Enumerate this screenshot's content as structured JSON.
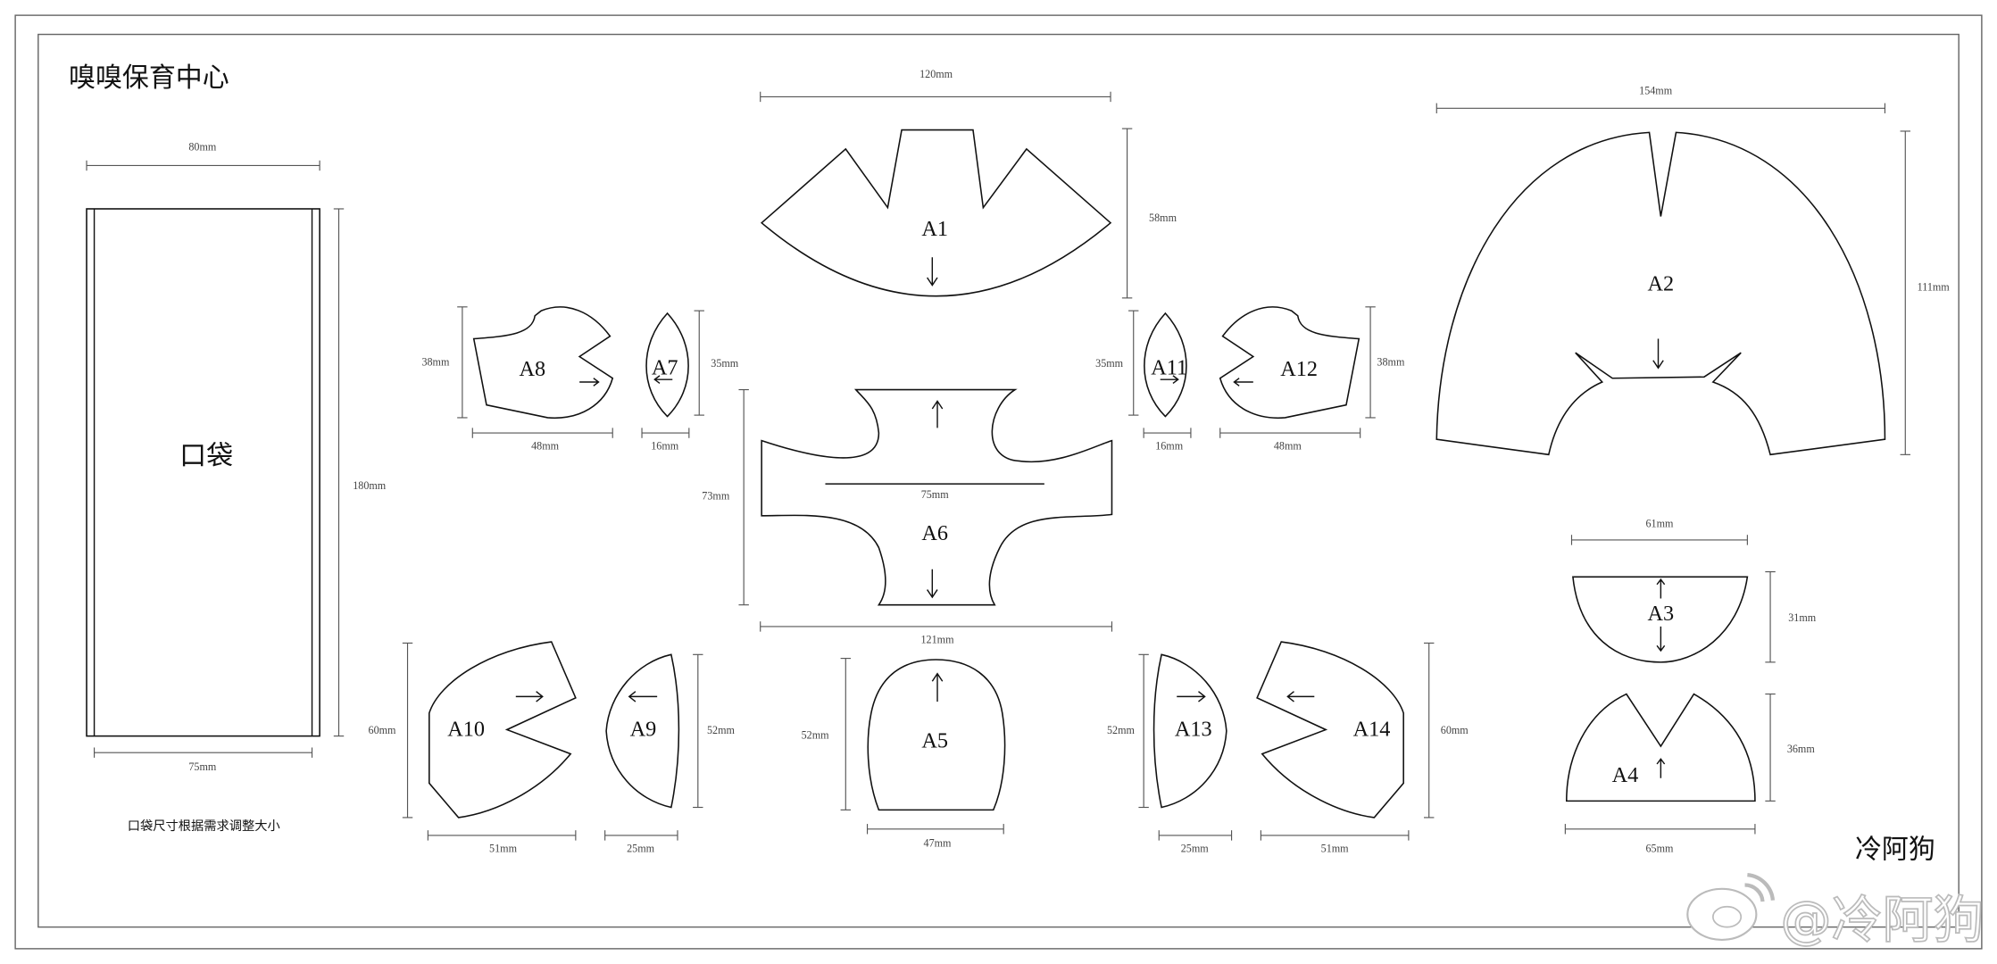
{
  "title": "嗅嗅保育中心",
  "author": "冷阿狗",
  "watermark": "@冷阿狗",
  "pocket": {
    "label": "口袋",
    "width_top": "80mm",
    "width_bottom": "75mm",
    "height": "180mm",
    "note": "口袋尺寸根据需求调整大小"
  },
  "pieces": {
    "A1": {
      "label": "A1",
      "width": "120mm",
      "height": "58mm"
    },
    "A2": {
      "label": "A2",
      "width": "154mm",
      "height": "111mm"
    },
    "A3": {
      "label": "A3",
      "width": "61mm",
      "height": "31mm"
    },
    "A4": {
      "label": "A4",
      "width": "65mm",
      "height": "36mm"
    },
    "A5": {
      "label": "A5",
      "width": "47mm",
      "height": "52mm"
    },
    "A6": {
      "label": "A6",
      "width": "121mm",
      "height": "73mm",
      "inner_width": "75mm"
    },
    "A7": {
      "label": "A7",
      "width": "16mm",
      "height": "35mm"
    },
    "A8": {
      "label": "A8",
      "width": "48mm",
      "height": "38mm"
    },
    "A9": {
      "label": "A9",
      "width": "25mm",
      "height": "52mm"
    },
    "A10": {
      "label": "A10",
      "width": "51mm",
      "height": "60mm"
    },
    "A11": {
      "label": "A11",
      "width": "16mm",
      "height": "35mm"
    },
    "A12": {
      "label": "A12",
      "width": "48mm",
      "height": "38mm"
    },
    "A13": {
      "label": "A13",
      "width": "25mm",
      "height": "52mm"
    },
    "A14": {
      "label": "A14",
      "width": "51mm",
      "height": "60mm"
    }
  }
}
